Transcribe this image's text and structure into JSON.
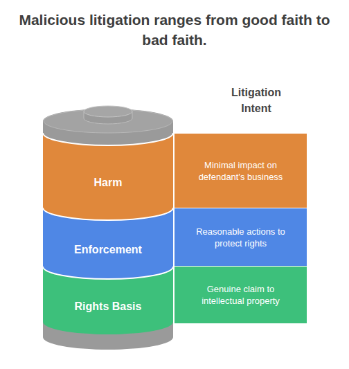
{
  "diagram": {
    "title": "Malicious litigation ranges from good faith to bad faith.",
    "nodes": [
      {
        "text": [
          "Harm"
        ]
      },
      {
        "text": [
          "Minimal impact on defendant's business"
        ]
      },
      {
        "text": [
          "Enforcement"
        ]
      },
      {
        "text": [
          "Reasonable actions to protect rights"
        ]
      },
      {
        "text": [
          "Rights Basis"
        ]
      },
      {
        "text": [
          "Genuine claim to intellectual property"
        ]
      }
    ],
    "labels": [
      "Litigation Intent"
    ]
  }
}
